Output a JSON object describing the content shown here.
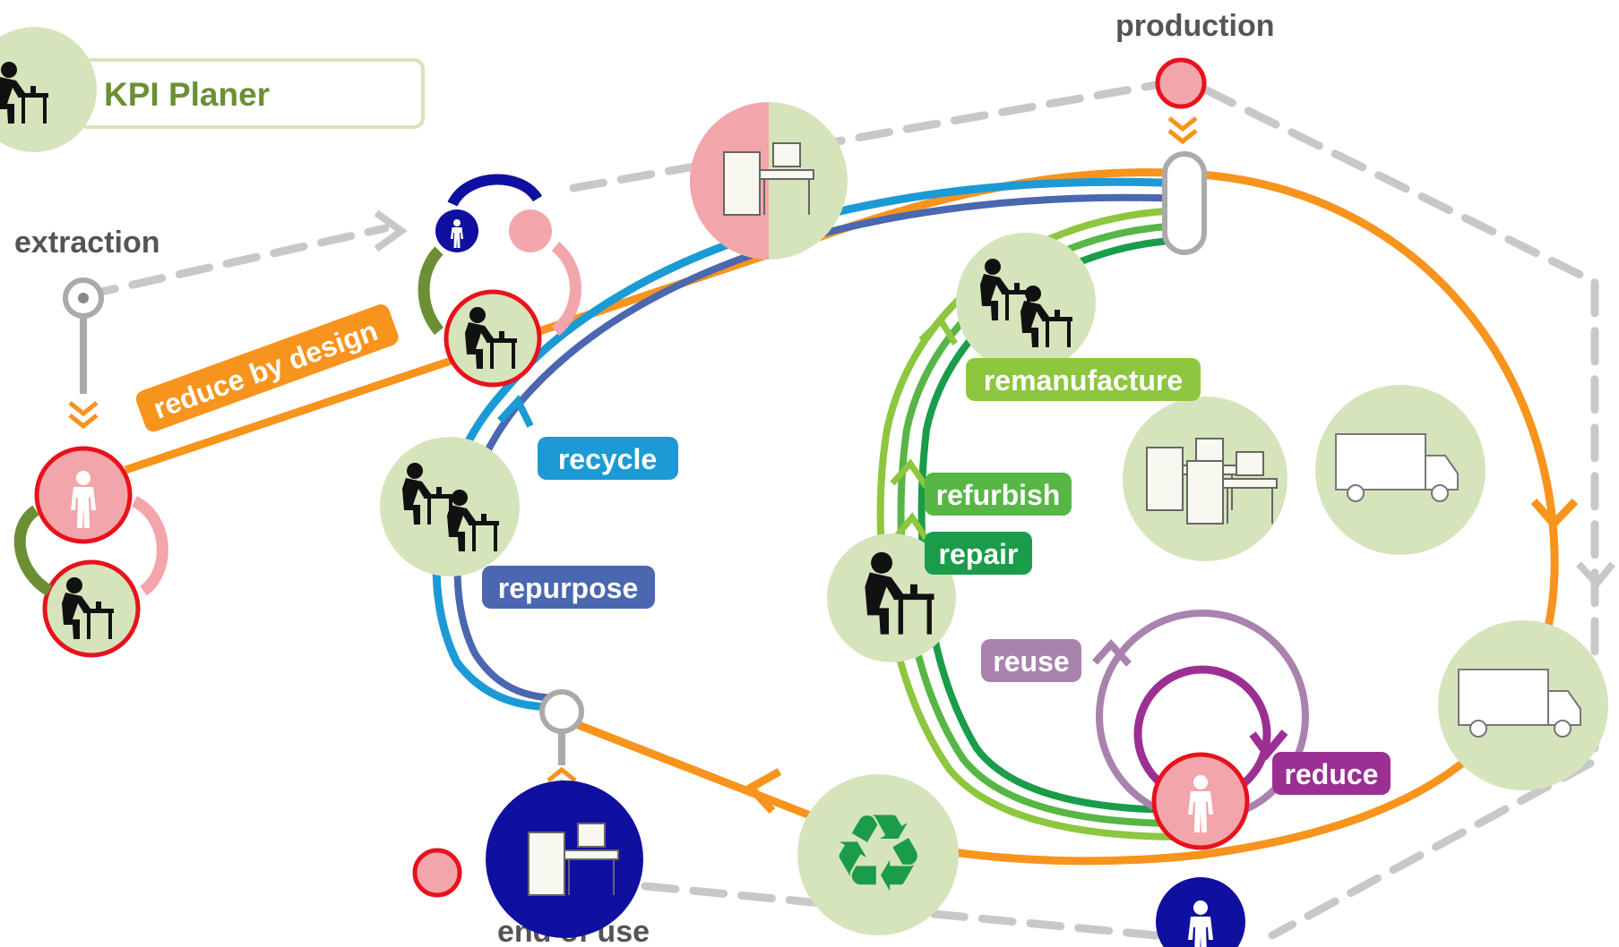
{
  "header": {
    "title": "KPI Planer"
  },
  "stages": {
    "extraction": "extraction",
    "production": "production",
    "end_of_use": "end of use"
  },
  "loops": {
    "reduce_by_design": "reduce by design",
    "recycle": "recycle",
    "repurpose": "repurpose",
    "remanufacture": "remanufacture",
    "refurbish": "refurbish",
    "repair": "repair",
    "reuse": "reuse",
    "reduce": "reduce"
  },
  "icons": {
    "worker": "worker-at-desk-icon",
    "two_workers": "two-workers-icon",
    "person": "person-icon",
    "truck": "delivery-truck-icon",
    "furniture": "office-furniture-icon",
    "recycling": "recycling-symbol-icon"
  },
  "colors": {
    "orange": "#f7941d",
    "blue": "#1b9ad6",
    "indigo": "#4a67b0",
    "green_light": "#8dc63f",
    "green_mid": "#57b646",
    "green_dark": "#1a9c4a",
    "purple_light": "#a983ad",
    "purple": "#9b2f92",
    "grey_dash": "#c8c8c8",
    "navy": "#1010a0",
    "red": "#e8121c",
    "pink": "#f2a6ab",
    "sage": "#d6e4bc",
    "olive": "#6c8f35"
  }
}
